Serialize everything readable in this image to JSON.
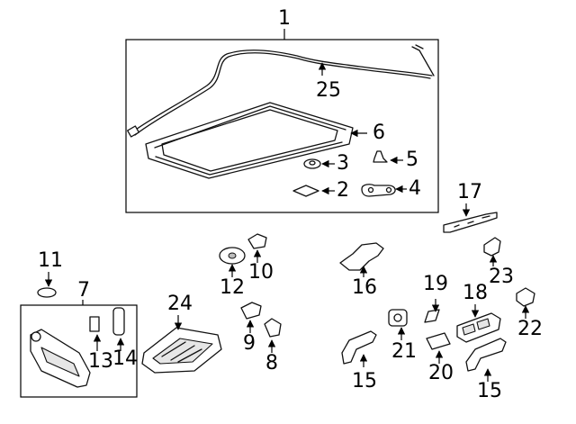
{
  "diagram": {
    "callouts": [
      {
        "id": "c1",
        "label": "1"
      },
      {
        "id": "c2",
        "label": "2"
      },
      {
        "id": "c3",
        "label": "3"
      },
      {
        "id": "c4",
        "label": "4"
      },
      {
        "id": "c5",
        "label": "5"
      },
      {
        "id": "c6",
        "label": "6"
      },
      {
        "id": "c7",
        "label": "7"
      },
      {
        "id": "c8",
        "label": "8"
      },
      {
        "id": "c9",
        "label": "9"
      },
      {
        "id": "c10",
        "label": "10"
      },
      {
        "id": "c11",
        "label": "11"
      },
      {
        "id": "c12",
        "label": "12"
      },
      {
        "id": "c13",
        "label": "13"
      },
      {
        "id": "c14",
        "label": "14"
      },
      {
        "id": "c15a",
        "label": "15"
      },
      {
        "id": "c15b",
        "label": "15"
      },
      {
        "id": "c16",
        "label": "16"
      },
      {
        "id": "c17",
        "label": "17"
      },
      {
        "id": "c18",
        "label": "18"
      },
      {
        "id": "c19",
        "label": "19"
      },
      {
        "id": "c20",
        "label": "20"
      },
      {
        "id": "c21",
        "label": "21"
      },
      {
        "id": "c22",
        "label": "22"
      },
      {
        "id": "c23",
        "label": "23"
      },
      {
        "id": "c24",
        "label": "24"
      },
      {
        "id": "c25",
        "label": "25"
      }
    ]
  }
}
